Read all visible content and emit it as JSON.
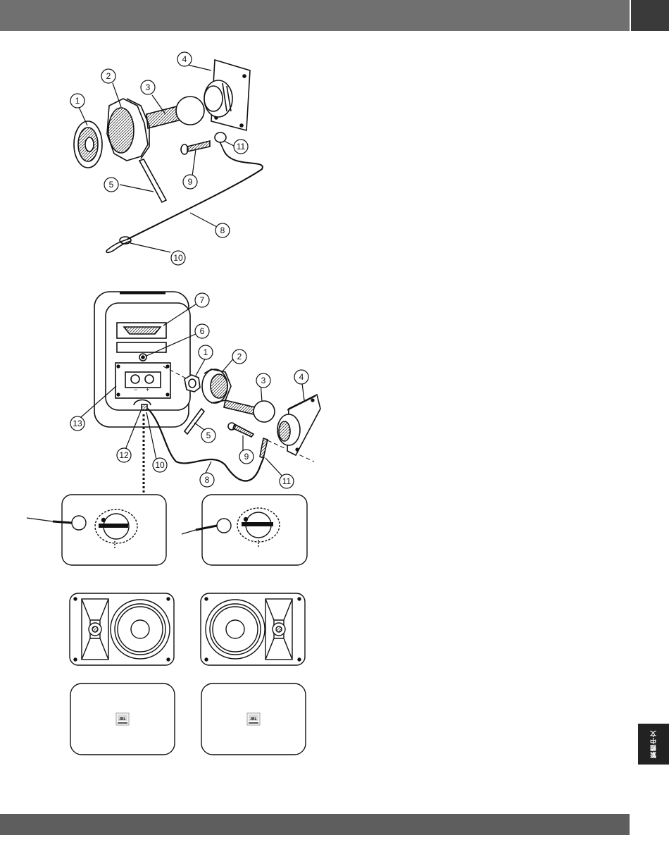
{
  "header": {
    "title": ""
  },
  "language_tab": {
    "label": "繁體中文"
  },
  "diagram_top": {
    "callouts": [
      "1",
      "2",
      "3",
      "4",
      "5",
      "8",
      "9",
      "10",
      "11"
    ]
  },
  "diagram_main": {
    "callouts": [
      "1",
      "2",
      "3",
      "4",
      "5",
      "6",
      "7",
      "8",
      "9",
      "10",
      "11",
      "12",
      "13"
    ]
  },
  "terminal_polarity": {
    "minus": "−",
    "plus": "+"
  },
  "speaker_badges": {
    "left": "JBL",
    "right": "JBL"
  }
}
